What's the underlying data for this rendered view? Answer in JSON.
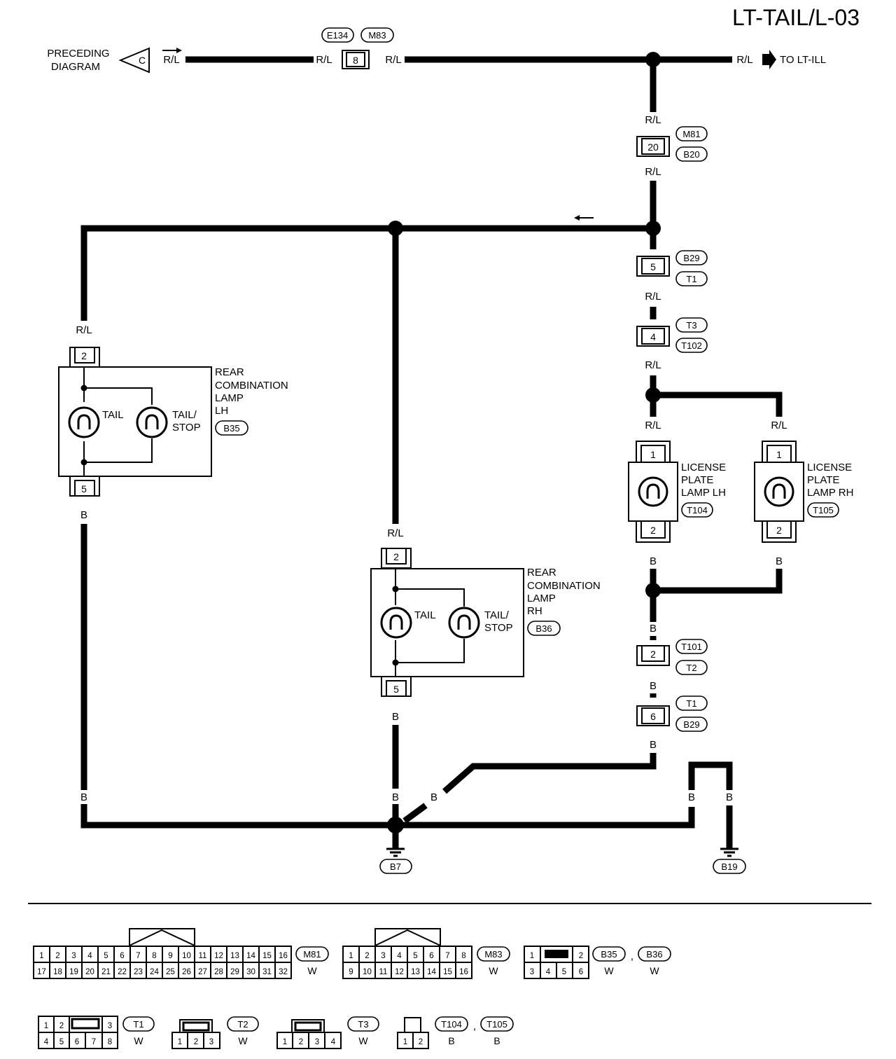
{
  "title": "LT-TAIL/L-03",
  "preceding": {
    "line1": "PRECEDING",
    "line2": "DIAGRAM",
    "connector": "C"
  },
  "to_label": "TO LT-ILL",
  "wire_colors": {
    "red_blue": "R/L",
    "black": "B"
  },
  "connectors": {
    "e134": "E134",
    "m83": "M83",
    "m81": "M81",
    "b20": "B20",
    "b29": "B29",
    "t1": "T1",
    "t3": "T3",
    "t102": "T102",
    "t101": "T101",
    "t2": "T2",
    "b35": "B35",
    "b36": "B36",
    "t104": "T104",
    "t105": "T105",
    "b7": "B7",
    "b19": "B19"
  },
  "pins": {
    "top_joint": "8",
    "m81_pin": "20",
    "b29_pin_top": "5",
    "t3_pin": "4",
    "lic_top": "1",
    "lic_bottom": "2",
    "rear_top": "2",
    "rear_bottom": "5",
    "t101_pin": "2",
    "t1_pin": "6"
  },
  "components": {
    "rear_lh": {
      "lines": [
        "REAR",
        "COMBINATION",
        "LAMP",
        "LH"
      ],
      "bulb1": "TAIL",
      "bulb2_line1": "TAIL/",
      "bulb2_line2": "STOP"
    },
    "rear_rh": {
      "lines": [
        "REAR",
        "COMBINATION",
        "LAMP",
        "RH"
      ],
      "bulb1": "TAIL",
      "bulb2_line1": "TAIL/",
      "bulb2_line2": "STOP"
    },
    "lic_lh": {
      "lines": [
        "LICENSE",
        "PLATE",
        "LAMP LH"
      ]
    },
    "lic_rh": {
      "lines": [
        "LICENSE",
        "PLATE",
        "LAMP RH"
      ]
    }
  },
  "connector_views": {
    "m81": {
      "row1": [
        "1",
        "2",
        "3",
        "4",
        "5",
        "6",
        "7",
        "8",
        "9",
        "10",
        "11",
        "12",
        "13",
        "14",
        "15",
        "16"
      ],
      "row2": [
        "17",
        "18",
        "19",
        "20",
        "21",
        "22",
        "23",
        "24",
        "25",
        "26",
        "27",
        "28",
        "29",
        "30",
        "31",
        "32"
      ],
      "name": "M81",
      "color": "W"
    },
    "m83": {
      "row1": [
        "1",
        "2",
        "3",
        "4",
        "5",
        "6",
        "7",
        "8"
      ],
      "row2": [
        "9",
        "10",
        "11",
        "12",
        "13",
        "14",
        "15",
        "16"
      ],
      "name": "M83",
      "color": "W"
    },
    "b35b36": {
      "row1": [
        "1",
        "2"
      ],
      "row2": [
        "3",
        "4",
        "5",
        "6"
      ],
      "name1": "B35",
      "name2": "B36",
      "sep": ",",
      "color1": "W",
      "color2": "W"
    },
    "t1": {
      "row1": [
        "1",
        "2",
        "3"
      ],
      "row2": [
        "4",
        "5",
        "6",
        "7",
        "8"
      ],
      "name": "T1",
      "color": "W"
    },
    "t2": {
      "row1": [
        "1",
        "2",
        "3"
      ],
      "name": "T2",
      "color": "W"
    },
    "t3": {
      "row1": [
        "1",
        "2",
        "3",
        "4"
      ],
      "name": "T3",
      "color": "W"
    },
    "t104t105": {
      "row1": [
        "1",
        "2"
      ],
      "name1": "T104",
      "name2": "T105",
      "sep": ",",
      "color1": "B",
      "color2": "B"
    }
  }
}
